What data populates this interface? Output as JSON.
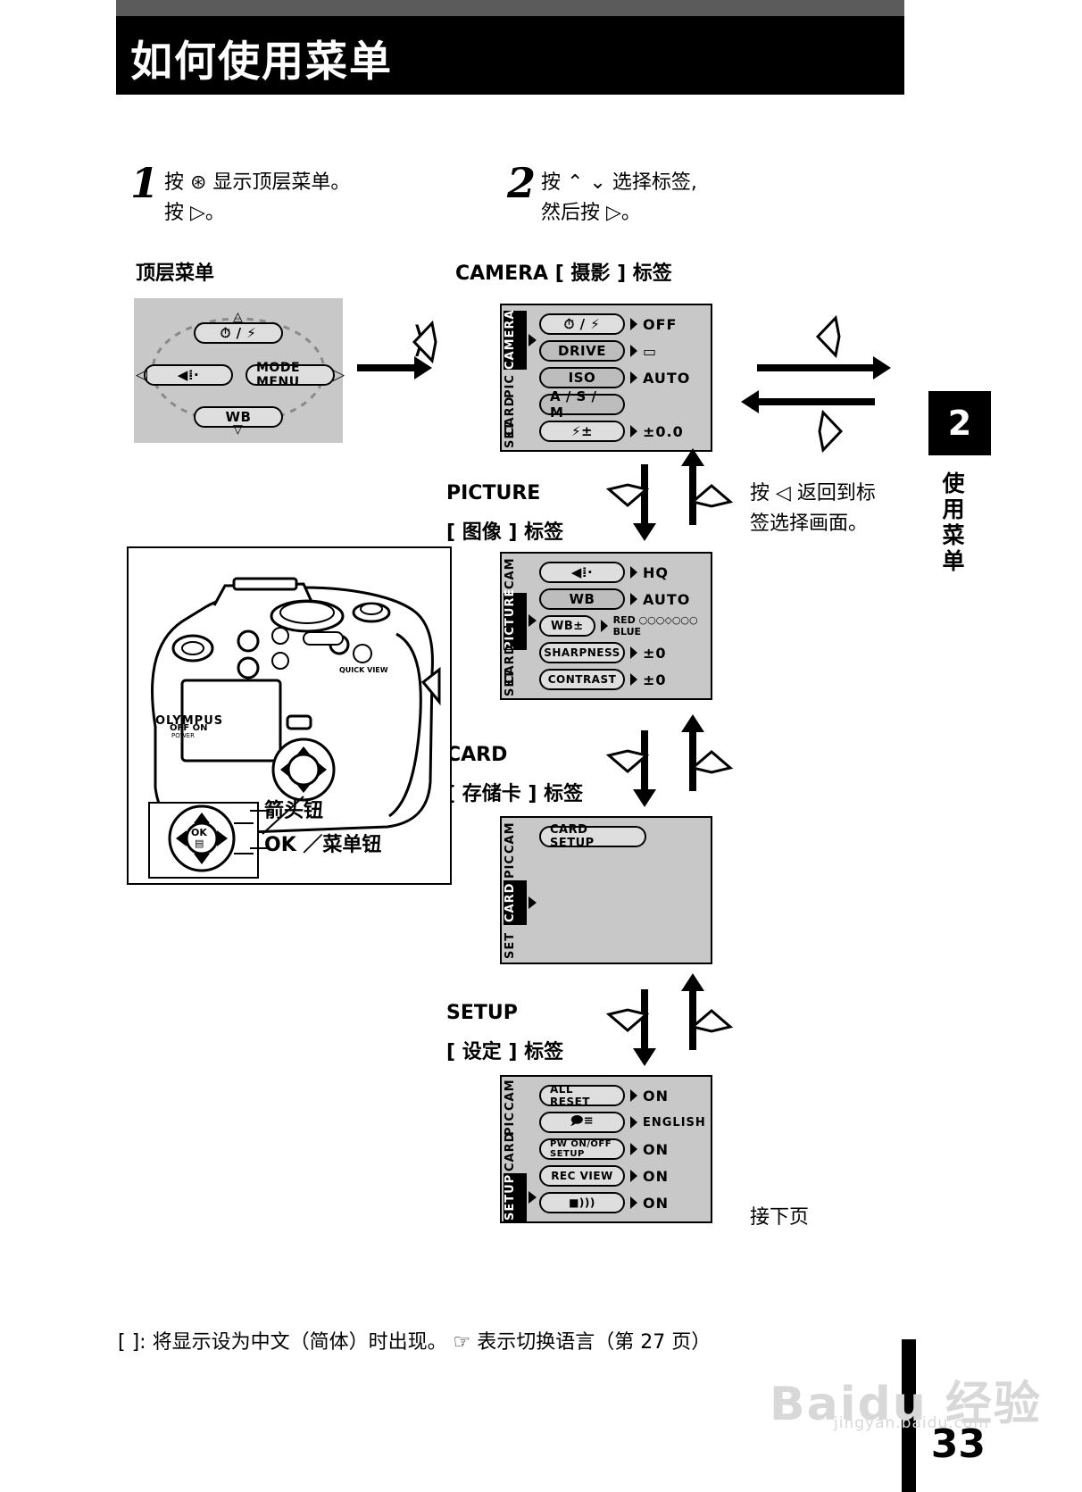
{
  "header": {
    "title": "如何使用菜单"
  },
  "side": {
    "chapter_number": "2",
    "chapter_label": "使用菜单"
  },
  "steps": [
    {
      "num": "1",
      "text_line1": "按 ⊛ 显示顶层菜单。",
      "text_line2": "按 ▷。"
    },
    {
      "num": "2",
      "text_line1": "按 ⌃ ⌄ 选择标签,",
      "text_line2": "然后按 ▷。"
    }
  ],
  "captions": {
    "top_menu": "顶层菜单",
    "camera": "CAMERA [ 摄影 ] 标签",
    "picture_en": "PICTURE",
    "picture_cn": "[ 图像 ] 标签",
    "card_en": "CARD",
    "card_cn": "[ 存储卡 ] 标签",
    "setup_en": "SETUP",
    "setup_cn": "[ 设定 ] 标签",
    "back_note_line1": "按 ◁ 返回到标",
    "back_note_line2": "签选择画面。",
    "continued": "接下页"
  },
  "top_menu_screen": {
    "up_item": "⏱ / ⚡",
    "left_item": "◀⁞·",
    "center_item": "MODE  MENU",
    "down_item": "WB"
  },
  "camera_screen": {
    "tabs": [
      "CAMERA",
      "PIC",
      "CARD",
      "SET"
    ],
    "selected_tab": "CAMERA",
    "rows": [
      {
        "label": "⏱ / ⚡",
        "value": "OFF"
      },
      {
        "label": "DRIVE",
        "value": "▭"
      },
      {
        "label": "ISO",
        "value": "AUTO"
      },
      {
        "label": "A / S / M",
        "value": ""
      },
      {
        "label": "⚡±",
        "value": "±0.0"
      }
    ]
  },
  "picture_screen": {
    "tabs": [
      "CAM",
      "PICTURE",
      "CARD",
      "SET"
    ],
    "selected_tab": "PICTURE",
    "rows": [
      {
        "label": "◀⁞·",
        "value": "HQ"
      },
      {
        "label": "WB",
        "value": "AUTO"
      },
      {
        "label": "WB±",
        "value": "RED ○○○◇○○○ BLUE"
      },
      {
        "label": "SHARPNESS",
        "value": "±0"
      },
      {
        "label": "CONTRAST",
        "value": "±0"
      }
    ]
  },
  "card_screen": {
    "tabs": [
      "CAM",
      "PIC",
      "CARD",
      "SET"
    ],
    "selected_tab": "CARD",
    "rows": [
      {
        "label": "CARD SETUP",
        "value": ""
      }
    ]
  },
  "setup_screen": {
    "tabs": [
      "CAM",
      "PIC",
      "CARD",
      "SETUP"
    ],
    "selected_tab": "SETUP",
    "rows": [
      {
        "label": "ALL RESET",
        "value": "ON"
      },
      {
        "label": "🗩≡",
        "value": "ENGLISH"
      },
      {
        "label": "PW ON/OFF SETUP",
        "value": "ON"
      },
      {
        "label": "REC VIEW",
        "value": "ON"
      },
      {
        "label": "■)))",
        "value": "ON"
      }
    ]
  },
  "camera_illustration": {
    "brand": "OLYMPUS",
    "power_label": "OFF  ON",
    "power_sub": "POWER",
    "quickview_label": "QUICK VIEW",
    "ok_label": "OK",
    "callout_arrow_pad": "箭头钮",
    "callout_ok_menu": "OK ／菜单钮"
  },
  "footnote": {
    "text": "[  ]: 将显示设为中文（简体）时出现。 ☞ 表示切换语言（第 27 页）"
  },
  "page_number": "33",
  "watermark": {
    "line1": "Baidu 经验",
    "line2": "jingyan.baidu.com"
  }
}
